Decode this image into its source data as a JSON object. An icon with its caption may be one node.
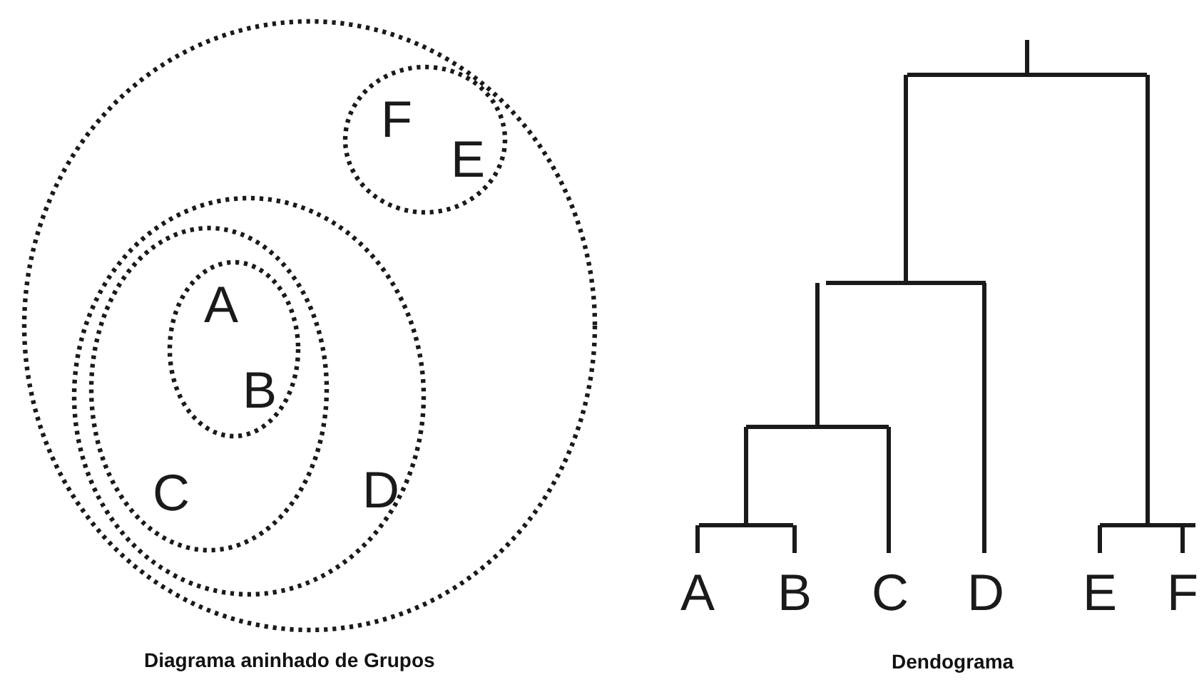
{
  "diagram": {
    "nodes": [
      {
        "text": [],
        "shape": "ellipse"
      },
      {
        "text": [],
        "shape": "ellipse",
        "in": 0
      },
      {
        "text": [
          "F"
        ],
        "in": 1
      },
      {
        "text": [
          "E"
        ],
        "in": 1
      },
      {
        "text": [],
        "shape": "ellipse",
        "in": 0
      },
      {
        "text": [],
        "shape": "ellipse",
        "in": 4
      },
      {
        "text": [],
        "shape": "ellipse",
        "in": 5
      },
      {
        "text": [
          "A"
        ],
        "in": 6
      },
      {
        "text": [
          "B"
        ],
        "in": 6
      },
      {
        "text": [
          "C"
        ],
        "in": 5
      },
      {
        "text": [
          "D"
        ],
        "in": 4
      },
      {
        "text": [],
        "shape": "bar"
      },
      {
        "text": [],
        "shape": "bar"
      },
      {
        "text": [],
        "shape": "bar"
      },
      {
        "text": [],
        "shape": "bar"
      },
      {
        "text": [],
        "shape": "bar"
      },
      {
        "text": [
          "A"
        ]
      },
      {
        "text": [
          "B"
        ]
      },
      {
        "text": [
          "C"
        ]
      },
      {
        "text": [
          "D"
        ]
      },
      {
        "text": [
          "E"
        ]
      },
      {
        "text": [
          "F"
        ]
      }
    ],
    "edges": [
      {
        "from": null,
        "to": 11,
        "arrow": "none"
      },
      {
        "from": 11,
        "to": 12,
        "arrow": "none"
      },
      {
        "from": 11,
        "to": 13,
        "arrow": "none"
      },
      {
        "from": 12,
        "to": 14,
        "arrow": "none"
      },
      {
        "from": 12,
        "to": 19,
        "arrow": "none"
      },
      {
        "from": 14,
        "to": 15,
        "arrow": "none"
      },
      {
        "from": 14,
        "to": 18,
        "arrow": "none"
      },
      {
        "from": 15,
        "to": 16,
        "arrow": "none"
      },
      {
        "from": 15,
        "to": 17,
        "arrow": "none"
      },
      {
        "from": 13,
        "to": 20,
        "arrow": "none"
      },
      {
        "from": 13,
        "to": 21,
        "arrow": "none"
      }
    ],
    "labels": [
      "Diagrama aninhado de Grupos",
      "Dendograma"
    ]
  }
}
